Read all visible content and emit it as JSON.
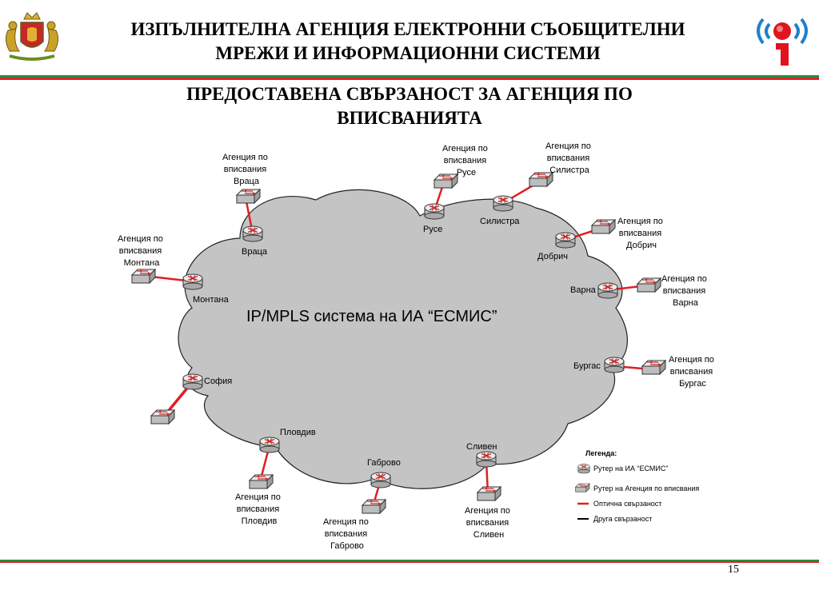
{
  "header": {
    "title_line1": "ИЗПЪЛНИТЕЛНА АГЕНЦИЯ ЕЛЕКТРОННИ СЪОБЩИТЕЛНИ",
    "title_line2": "МРЕЖИ И ИНФОРМАЦИОННИ СИСТЕМИ"
  },
  "slide": {
    "title_line1": "ПРЕДОСТАВЕНА СВЪРЗАНОСТ ЗА АГЕНЦИЯ ПО",
    "title_line2": "ВПИСВАНИЯТА",
    "page_number": "15"
  },
  "colors": {
    "stripe_green": "#2e8b3a",
    "stripe_red": "#d8262b",
    "cloud_fill": "#c4c4c4",
    "optical_link": "#e31e24",
    "other_link": "#000000",
    "logo_red": "#e0141e",
    "logo_blue": "#1f7fd0"
  },
  "diagram": {
    "cloud_label": "IP/MPLS система на ИА “ЕСМИС”",
    "routers": {
      "vratsa": "Враца",
      "ruse": "Русе",
      "silistra": "Силистра",
      "dobrich": "Добрич",
      "montana": "Монтана",
      "varna": "Варна",
      "sofia": "София",
      "burgas": "Бургас",
      "plovdiv": "Пловдив",
      "gabrovo": "Габрово",
      "sliven": "Сливен"
    },
    "agencies": {
      "vratsa": [
        "Агенция по",
        "вписвания",
        "Враца"
      ],
      "ruse": [
        "Агенция по",
        "вписвания",
        "Русе"
      ],
      "silistra": [
        "Агенция по",
        "вписвания",
        "Силистра"
      ],
      "dobrich": [
        "Агенция по",
        "вписвания",
        "Добрич"
      ],
      "montana": [
        "Агенция по",
        "вписвания",
        "Монтана"
      ],
      "varna": [
        "Агенция по",
        "вписвания",
        "Варна"
      ],
      "burgas": [
        "Агенция по",
        "вписвания",
        "Бургас"
      ],
      "plovdiv": [
        "Агенция по",
        "вписвания",
        "Пловдив"
      ],
      "gabrovo": [
        "Агенция по",
        "вписвания",
        "Габрово"
      ],
      "sliven": [
        "Агенция по",
        "вписвания",
        "Сливен"
      ]
    }
  },
  "legend": {
    "title": "Легенда:",
    "router_esmis": "Рутер на ИА “ЕСМИС”",
    "router_agency": "Рутер на Агенция по вписвания",
    "optical": "Оптична свързаност",
    "other": "Друга свързаност"
  }
}
